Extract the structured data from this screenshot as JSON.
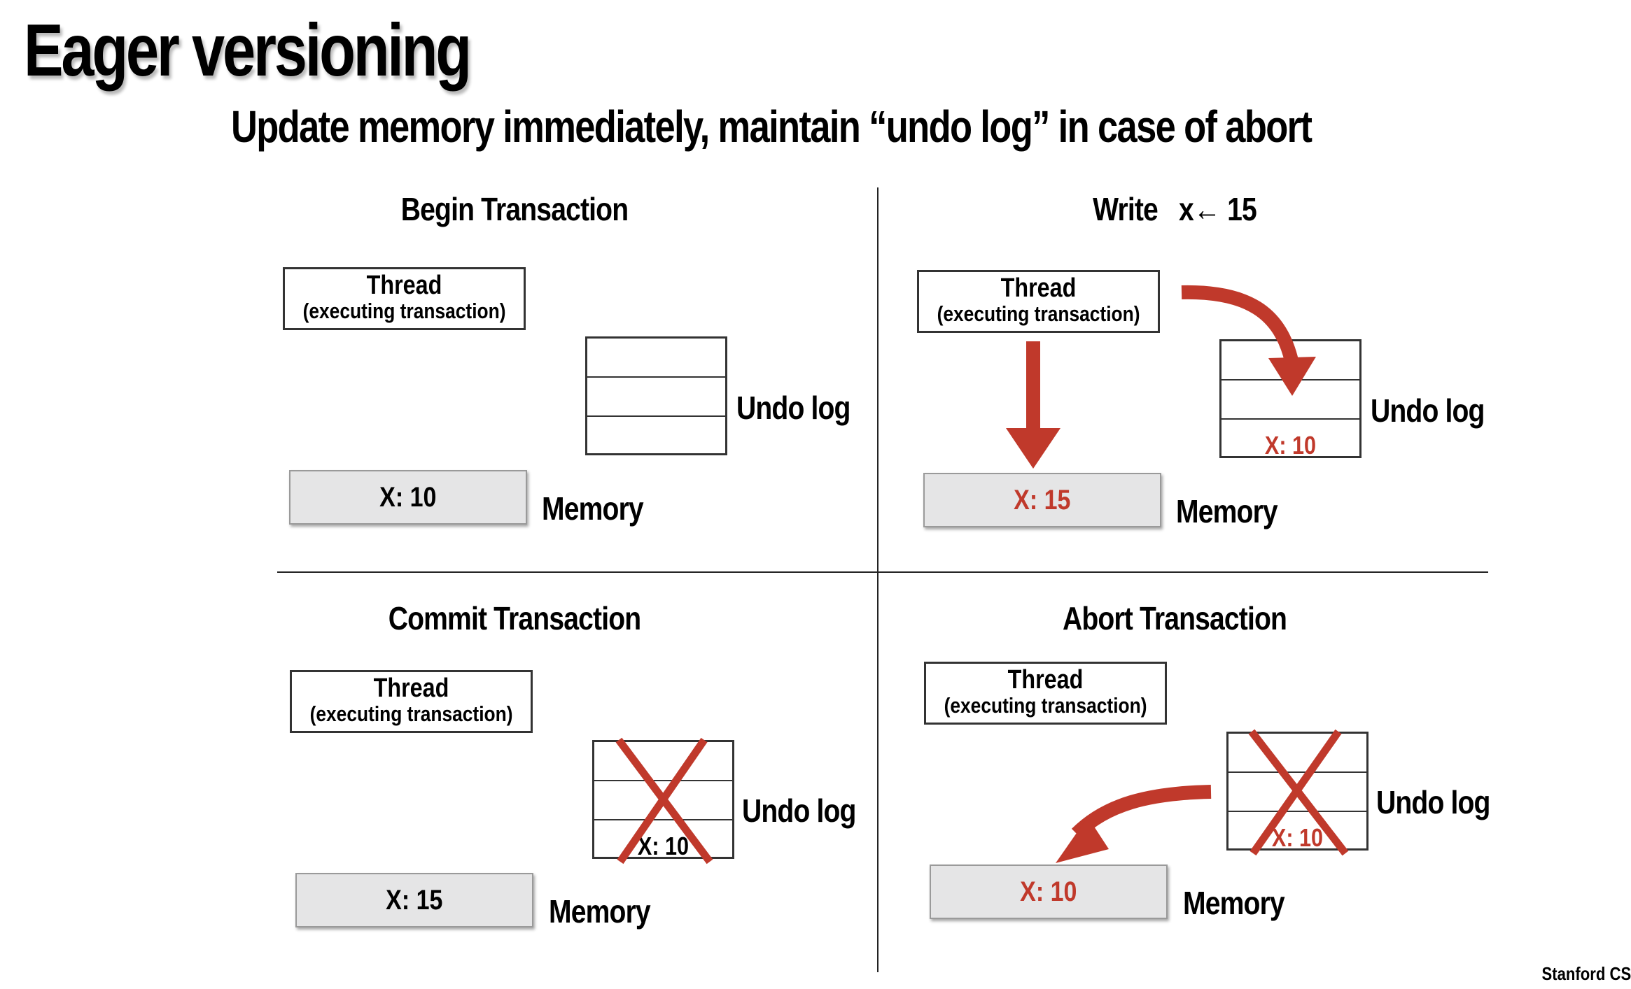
{
  "title": "Eager versioning",
  "subtitle": "Update memory immediately, maintain “undo log” in case of abort",
  "footer": "Stanford CS",
  "colors": {
    "accent": "#c0392b",
    "memory_fill": "#e5e5e6"
  },
  "panels": {
    "begin": {
      "title": "Begin Transaction",
      "thread": {
        "title": "Thread",
        "subtitle": "(executing transaction)"
      },
      "undo_label": "Undo log",
      "undo_entries": [
        "",
        "",
        ""
      ],
      "memory_label": "Memory",
      "memory_value": "X: 10"
    },
    "write": {
      "title_word": "Write",
      "title_expr": "x← 15",
      "thread": {
        "title": "Thread",
        "subtitle": "(executing transaction)"
      },
      "undo_label": "Undo log",
      "undo_entries": [
        "",
        "",
        "X: 10"
      ],
      "memory_label": "Memory",
      "memory_value": "X: 15"
    },
    "commit": {
      "title": "Commit Transaction",
      "thread": {
        "title": "Thread",
        "subtitle": "(executing transaction)"
      },
      "undo_label": "Undo log",
      "undo_entries": [
        "",
        "",
        "X: 10"
      ],
      "memory_label": "Memory",
      "memory_value": "X: 15"
    },
    "abort": {
      "title": "Abort Transaction",
      "thread": {
        "title": "Thread",
        "subtitle": "(executing transaction)"
      },
      "undo_label": "Undo log",
      "undo_entries": [
        "",
        "",
        "X: 10"
      ],
      "memory_label": "Memory",
      "memory_value": "X: 10"
    }
  }
}
